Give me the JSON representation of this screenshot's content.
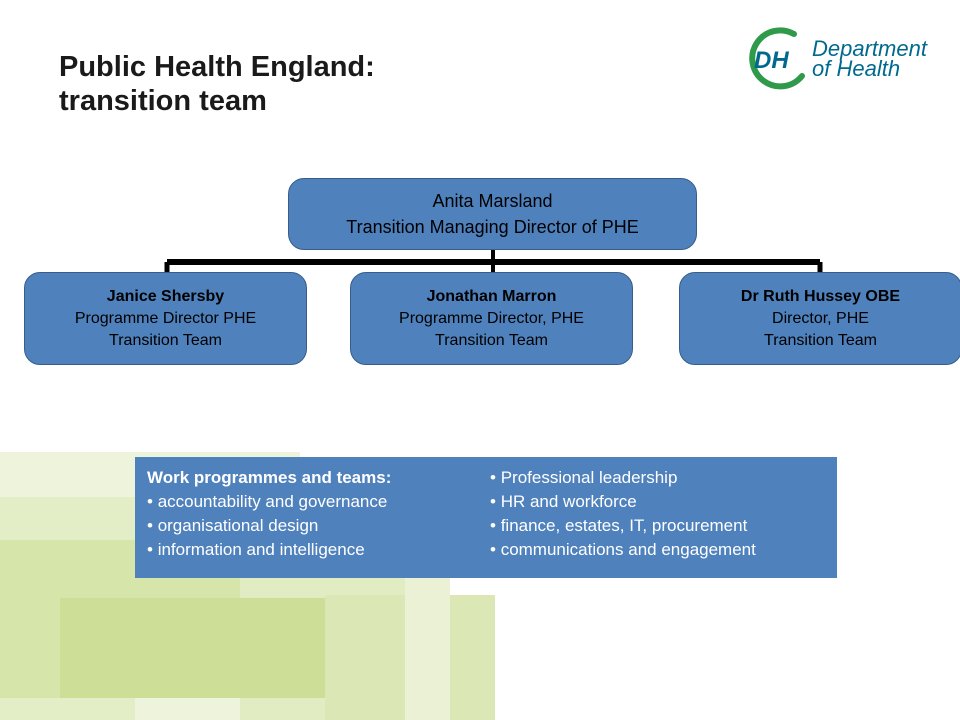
{
  "title": {
    "line1": "Public Health England:",
    "line2": "transition team"
  },
  "logo": {
    "mark": "DH",
    "line1": "Department",
    "line2": "of Health",
    "colors": {
      "ring": "#2f9a4a",
      "mark": "#006a8e",
      "text": "#006a8e"
    }
  },
  "org": {
    "top": {
      "name": "Anita Marsland",
      "role": "Transition Managing Director of PHE"
    },
    "children": [
      {
        "name": "Janice Shersby",
        "role_line1": "Programme Director PHE",
        "role_line2": "Transition Team"
      },
      {
        "name": "Jonathan Marron",
        "role_line1": "Programme Director, PHE",
        "role_line2": "Transition Team"
      },
      {
        "name": "Dr Ruth Hussey OBE",
        "role_line1": "Director, PHE",
        "role_line2": "Transition Team"
      }
    ]
  },
  "work": {
    "heading": "Work programmes and teams:",
    "left_items": [
      "accountability and governance",
      "organisational design",
      "information and intelligence"
    ],
    "right_items": [
      "Professional leadership",
      "HR and workforce",
      "finance, estates, IT, procurement",
      "communications and engagement"
    ]
  },
  "colors": {
    "box_fill": "#4f81bd",
    "box_border": "#385d8a",
    "connector": "#000000",
    "background_squares": "#c5d98a"
  }
}
